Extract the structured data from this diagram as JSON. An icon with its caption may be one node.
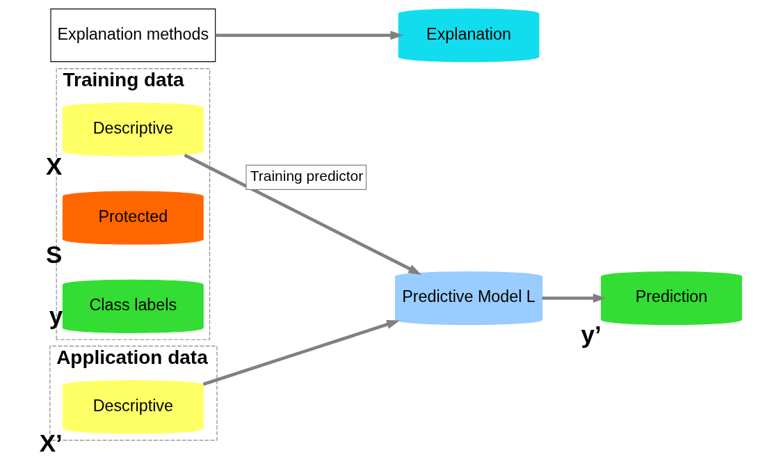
{
  "diagram": {
    "nodes": [
      {
        "text": [
          "Application data"
        ]
      },
      {
        "text": [
          "Descriptive"
        ],
        "in": 0,
        "beside": [
          "X’"
        ]
      },
      {
        "text": [
          "Training data"
        ]
      },
      {
        "text": [
          "Descriptive"
        ],
        "in": 2,
        "beside": [
          "X"
        ]
      },
      {
        "text": [
          "Protected"
        ],
        "in": 2,
        "beside": [
          "S"
        ]
      },
      {
        "text": [
          "Class labels"
        ],
        "in": 2,
        "beside": [
          "y"
        ]
      },
      {
        "text": [
          "Predictive Model L"
        ]
      },
      {
        "text": [
          "Prediction"
        ],
        "beside": [
          "y’"
        ]
      },
      {
        "text": [
          "Explanation"
        ]
      },
      {
        "text": [
          "Explanation methods"
        ]
      }
    ],
    "edges": [
      {
        "from": 1,
        "to": 6,
        "arrow": "to"
      },
      {
        "from": 3,
        "to": 6,
        "arrow": "to",
        "label": "Training predictor"
      },
      {
        "from": 6,
        "to": 7,
        "arrow": "to"
      },
      {
        "from": 9,
        "to": 8,
        "arrow": "to"
      }
    ]
  }
}
